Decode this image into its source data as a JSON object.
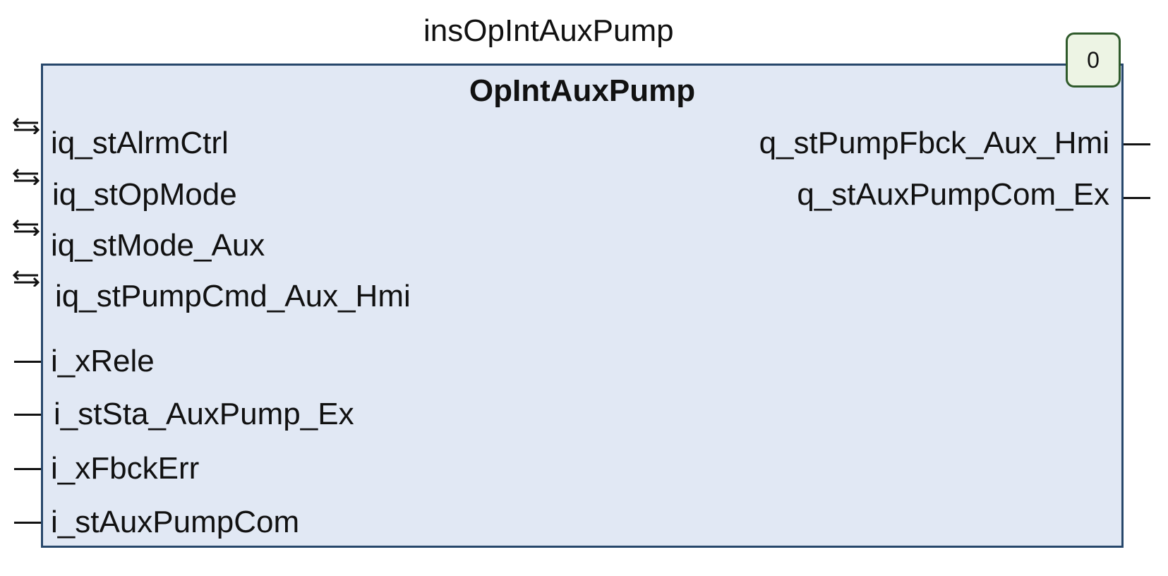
{
  "instance_name": "insOpIntAuxPump",
  "function_block": {
    "type_name": "OpIntAuxPump",
    "execution_order": "0"
  },
  "inout_pins": [
    {
      "label": "iq_stAlrmCtrl",
      "icon": "inout-arrow-icon"
    },
    {
      "label": "iq_stOpMode",
      "icon": "inout-arrow-icon"
    },
    {
      "label": "iq_stMode_Aux",
      "icon": "inout-arrow-icon"
    },
    {
      "label": "iq_stPumpCmd_Aux_Hmi",
      "icon": "inout-arrow-icon"
    }
  ],
  "input_pins": [
    {
      "label": "i_xRele"
    },
    {
      "label": "i_stSta_AuxPump_Ex"
    },
    {
      "label": "i_xFbckErr"
    },
    {
      "label": "i_stAuxPumpCom"
    }
  ],
  "output_pins": [
    {
      "label": "q_stPumpFbck_Aux_Hmi"
    },
    {
      "label": "q_stAuxPumpCom_Ex"
    }
  ],
  "colors": {
    "block_fill": "#e1e8f4",
    "block_border": "#27476b",
    "badge_fill": "#edf4e4",
    "badge_border": "#2f5a2b"
  }
}
